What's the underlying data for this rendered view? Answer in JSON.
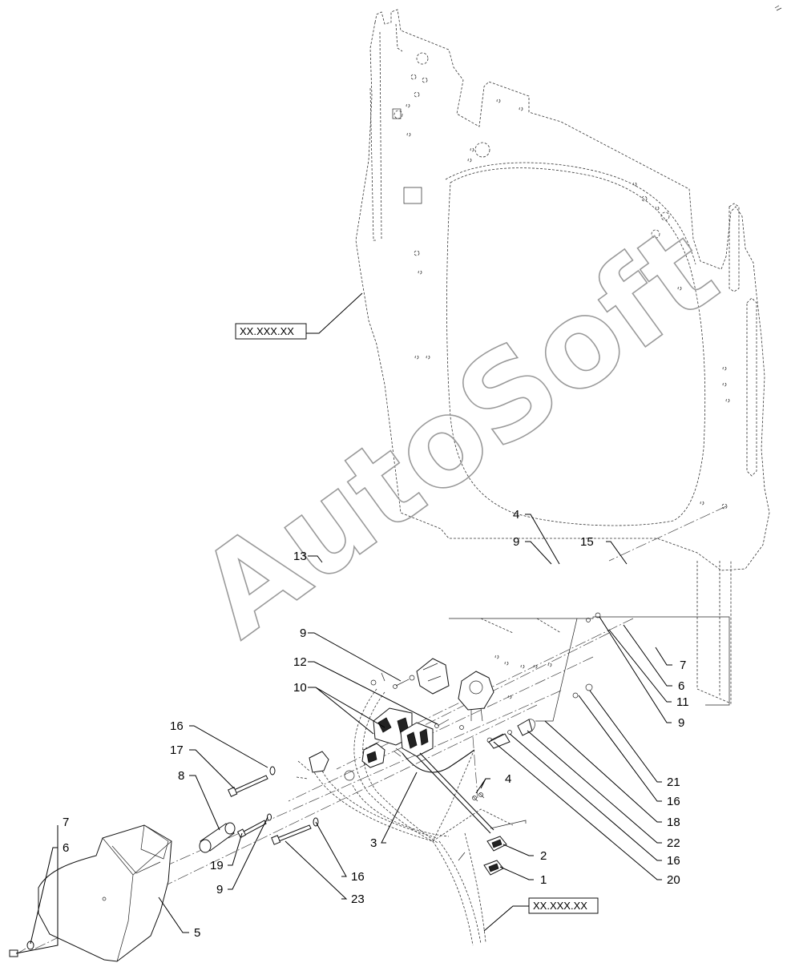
{
  "diagram": {
    "watermark": "AutoSoft",
    "ref_boxes": [
      {
        "id": "ref-upper",
        "text": "XX.XXX.XX"
      },
      {
        "id": "ref-lower",
        "text": "XX.XXX.XX"
      }
    ],
    "callouts": [
      {
        "id": "c4a",
        "text": "4"
      },
      {
        "id": "c9a",
        "text": "9"
      },
      {
        "id": "c15",
        "text": "15"
      },
      {
        "id": "c13",
        "text": "13"
      },
      {
        "id": "c9b",
        "text": "9"
      },
      {
        "id": "c12",
        "text": "12"
      },
      {
        "id": "c10",
        "text": "10"
      },
      {
        "id": "c7a",
        "text": "7"
      },
      {
        "id": "c6a",
        "text": "6"
      },
      {
        "id": "c11",
        "text": "11"
      },
      {
        "id": "c9c",
        "text": "9"
      },
      {
        "id": "c16a",
        "text": "16"
      },
      {
        "id": "c17",
        "text": "17"
      },
      {
        "id": "c8",
        "text": "8"
      },
      {
        "id": "c4b",
        "text": "4"
      },
      {
        "id": "c21",
        "text": "21"
      },
      {
        "id": "c16b",
        "text": "16"
      },
      {
        "id": "c18",
        "text": "18"
      },
      {
        "id": "c22",
        "text": "22"
      },
      {
        "id": "c16c",
        "text": "16"
      },
      {
        "id": "c20",
        "text": "20"
      },
      {
        "id": "c3",
        "text": "3"
      },
      {
        "id": "c2",
        "text": "2"
      },
      {
        "id": "c1",
        "text": "1"
      },
      {
        "id": "c7b",
        "text": "7"
      },
      {
        "id": "c6b",
        "text": "6"
      },
      {
        "id": "c19",
        "text": "19"
      },
      {
        "id": "c9d",
        "text": "9"
      },
      {
        "id": "c16d",
        "text": "16"
      },
      {
        "id": "c23",
        "text": "23"
      },
      {
        "id": "c5",
        "text": "5"
      }
    ]
  }
}
